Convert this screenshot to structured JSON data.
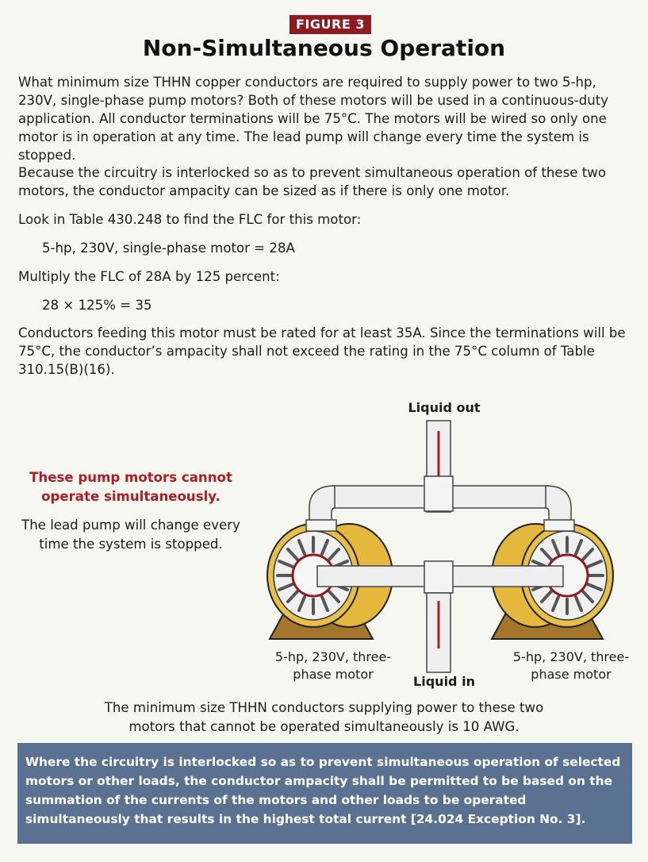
{
  "header": {
    "badge": "FIGURE 3",
    "title": "Non-Simultaneous Operation"
  },
  "body": {
    "p1": "What minimum size THHN copper conductors are required to supply power to two 5-hp, 230V, single-phase pump motors? Both of these motors will be used in a continuous-duty application. All conductor terminations will be 75°C. The motors will be wired so only one motor is in operation at any time. The lead pump will change every time the system is stopped.",
    "p2": "Because the circuitry is interlocked so as to prevent simultaneous operation of these two motors, the conductor ampacity can be sized as if there is only one motor.",
    "p3": "Look in Table 430.248 to find the FLC for this motor:",
    "p4": "5-hp, 230V, single-phase motor = 28A",
    "p5": "Multiply the FLC of 28A by 125 percent:",
    "p6": "28 × 125% = 35",
    "p7": "Conductors feeding this motor must be rated for at least 35A. Since the terminations will be 75°C, the conductor’s ampacity shall not exceed the rating in the 75°C column of Table 310.15(B)(16)."
  },
  "diagram": {
    "callout_red": "These pump motors cannot operate simultaneously.",
    "callout_black": "The lead pump will change every time the system is stopped.",
    "liquid_out": "Liquid out",
    "liquid_in": "Liquid in",
    "motor_left": "5-hp, 230V, three-phase motor",
    "motor_right": "5-hp, 230V, three-phase motor",
    "colors": {
      "motor": "#e3b83c",
      "base": "#a3762c",
      "pipe": "#efefef",
      "accent": "#b01c22"
    }
  },
  "conclusion": "The minimum size THHN conductors supplying power to these two motors that cannot be operated simultaneously is 10 AWG.",
  "code_box": "Where the circuitry is interlocked so as to prevent simultaneous operation of selected motors or other loads, the conductor ampacity shall be permitted to be based on the summation of the currents of the motors and other loads to be operated simultaneously that results in the highest total current [24.024 Exception No. 3]."
}
